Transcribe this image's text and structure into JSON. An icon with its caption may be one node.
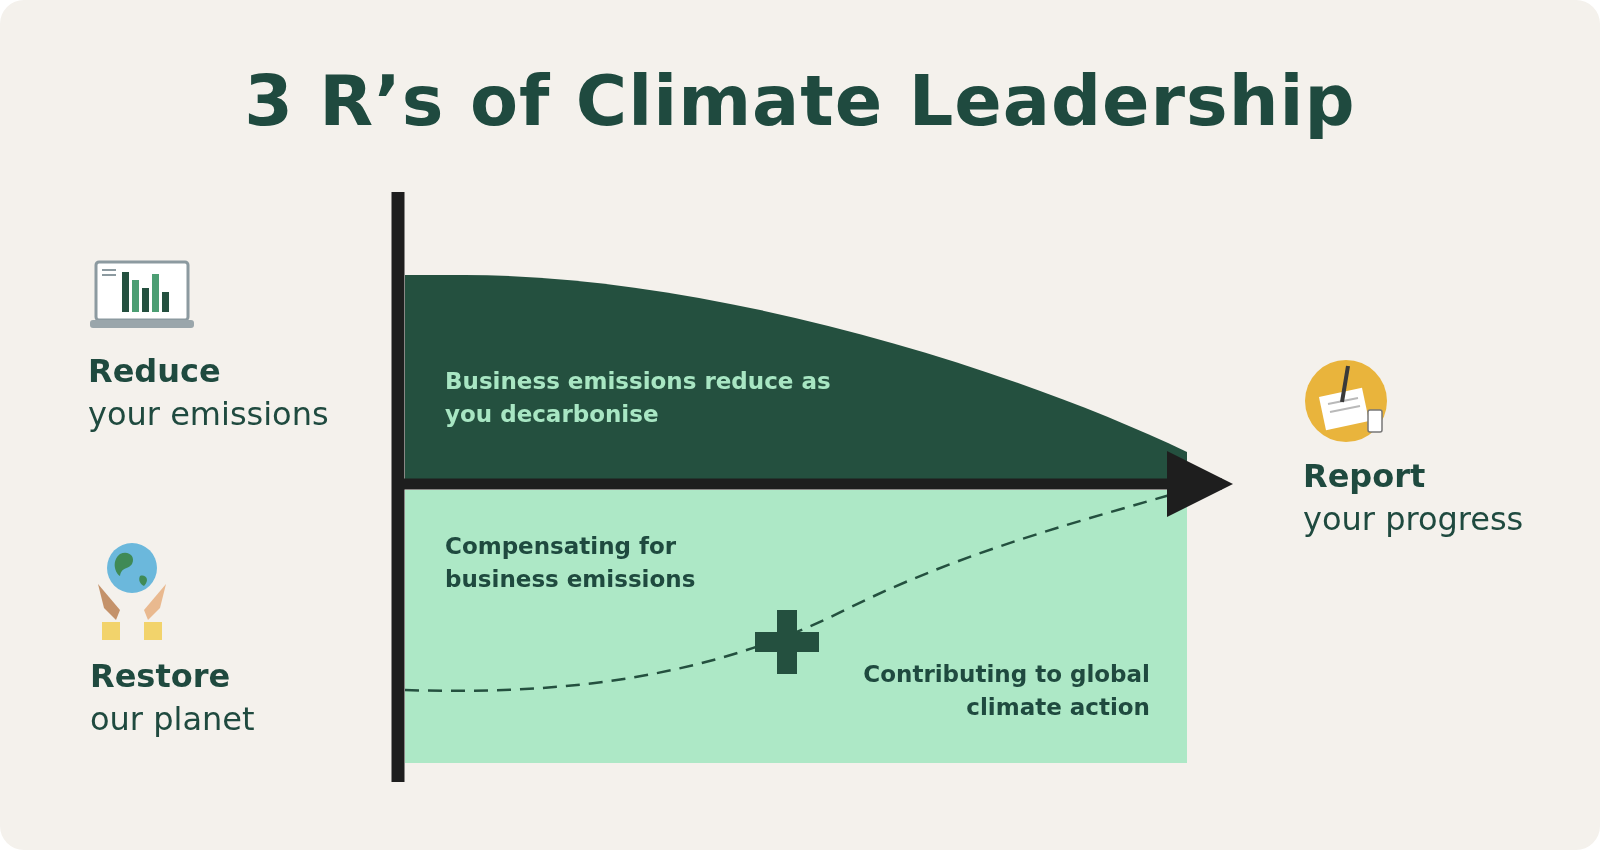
{
  "diagram": {
    "title": "3 R’s of Climate Leadership",
    "nodes": [
      {
        "text": [
          "Business emissions reduce as you decarbonise"
        ]
      },
      {
        "text": [
          "Compensating for business emissions",
          "Contributing to global climate action"
        ]
      }
    ],
    "labels": [
      "Reduce",
      "your emissions",
      "Report",
      "your progress",
      "Restore",
      "our planet"
    ]
  }
}
